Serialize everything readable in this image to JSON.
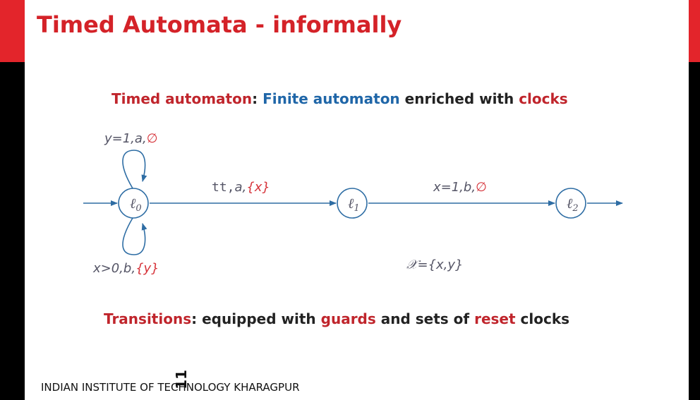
{
  "title": "Timed Automata - informally",
  "definition": {
    "term": "Timed automaton",
    "colon": ":",
    "part1": "Finite automaton",
    "part2": "enriched with",
    "part3": "clocks"
  },
  "transitions_note": {
    "term": "Transitions",
    "colon": ":",
    "part1": "equipped with",
    "part2": "guards",
    "part3": "and sets of",
    "part4": "reset",
    "part5": "clocks"
  },
  "diagram": {
    "states": [
      {
        "name": "ℓ",
        "sub": "0"
      },
      {
        "name": "ℓ",
        "sub": "1"
      },
      {
        "name": "ℓ",
        "sub": "2"
      }
    ],
    "loop_top": {
      "guard": "y=1,",
      "action": "a,",
      "reset": "∅"
    },
    "loop_bottom": {
      "guard": "x>0,",
      "action": "b,",
      "reset": "{y}"
    },
    "edge_0_1": {
      "guard": "tt,",
      "action": "a,",
      "reset": "{x}"
    },
    "edge_1_2": {
      "guard": "x=1,",
      "action": "b,",
      "reset": "∅"
    },
    "clock_set": "𝒳={x,y}"
  },
  "footer": "INDIAN INSTITUTE OF TECHNOLOGY KHARAGPUR",
  "page_number": "11",
  "colors": {
    "accent_red": "#e3252b",
    "diagram_blue": "#2e6da4",
    "diagram_text": "#555566",
    "reset_red": "#d6333a"
  }
}
